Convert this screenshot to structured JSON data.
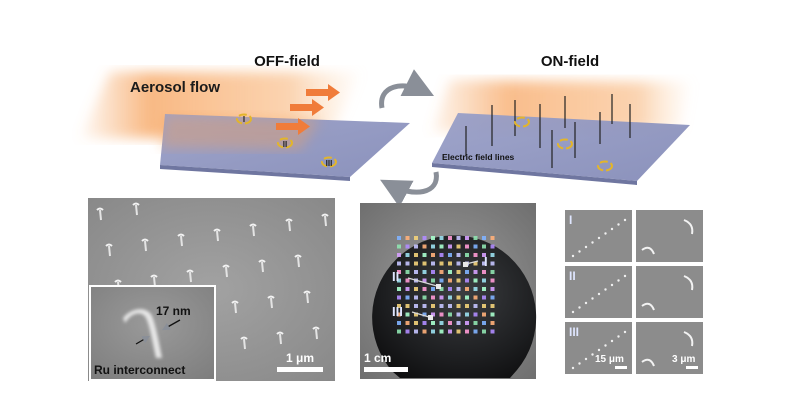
{
  "schematic": {
    "off_title": "OFF-field",
    "on_title": "ON-field",
    "aerosol_label": "Aerosol flow",
    "field_lines_label": "Electric field lines",
    "markers": [
      "I",
      "II",
      "III"
    ]
  },
  "sem_large": {
    "scale_label": "1 μm",
    "inset": {
      "width_label": "17 nm",
      "caption": "Ru interconnect"
    }
  },
  "wafer": {
    "scale_label": "1 cm",
    "callouts": [
      "I",
      "II",
      "III"
    ]
  },
  "sem_grid": {
    "rows": [
      "I",
      "II",
      "III"
    ],
    "scale_left": "15 μm",
    "scale_right": "3 μm"
  },
  "colors": {
    "plate": "#8e95bf",
    "aerosol": "#f6a15a",
    "arrow": "#f07c3a",
    "marker_ring": "#e3b52a",
    "sem_bg": "#8a8a8a"
  }
}
